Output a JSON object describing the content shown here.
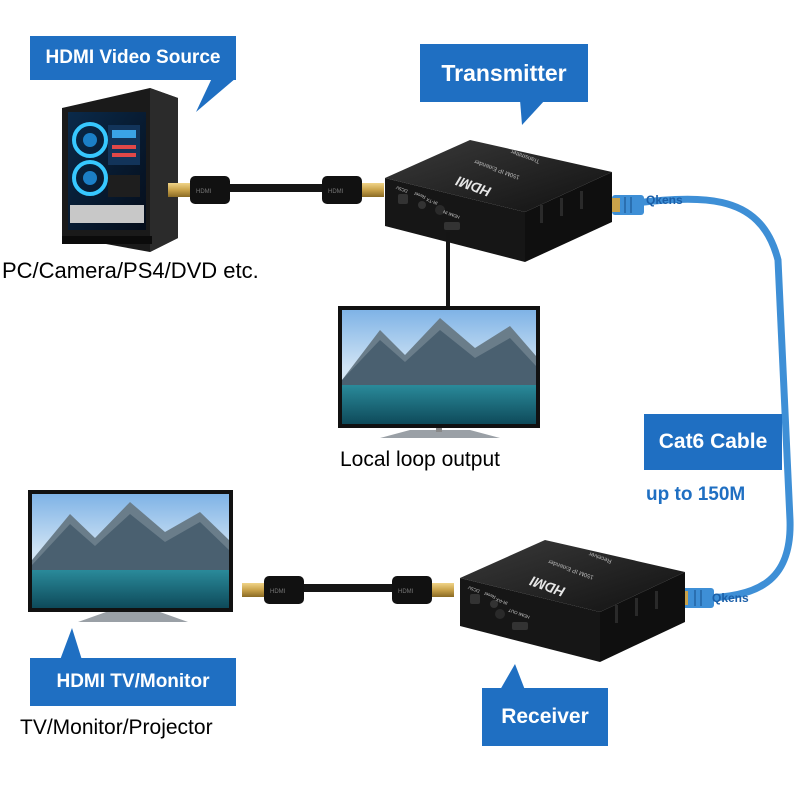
{
  "labels": {
    "source_callout": "HDMI Video Source",
    "source_caption": "PC/Camera/PS4/DVD etc.",
    "transmitter_callout": "Transmitter",
    "loop_caption": "Local loop output",
    "cable_callout": "Cat6 Cable",
    "cable_range": "up to 150M",
    "tv_callout": "HDMI TV/Monitor",
    "tv_caption": "TV/Monitor/Projector",
    "receiver_callout": "Receiver"
  },
  "device_text": {
    "tx_brand": "HDMI",
    "tx_model": "150M IP Extender",
    "tx_role": "Transmitter",
    "tx_port_dc": "DC5V",
    "tx_port_reset": "Reset",
    "tx_port_ir": "IR-TX",
    "tx_port_hdmi": "HDMI IN",
    "rx_brand": "HDMI",
    "rx_model": "150M IP Extender",
    "rx_role": "Receiver",
    "rx_port_dc": "DC5V",
    "rx_port_reset": "Reset",
    "rx_port_ir": "IR-RX",
    "rx_port_hdmi": "HDMI OUT",
    "cable_brand_top": "Qkens",
    "cable_brand_bottom": "Qkens",
    "hdmi_plug_label": "HDMI"
  },
  "colors": {
    "callout_blue": "#1f6fc2",
    "cable_blue": "#3e8fd6",
    "device_black": "#1b1b1b",
    "plug_gold": "#c9a24a"
  }
}
